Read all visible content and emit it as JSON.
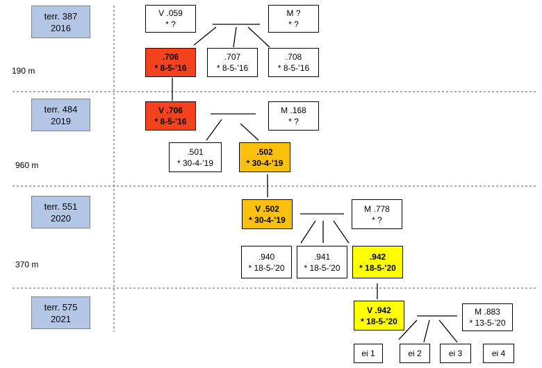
{
  "territories": [
    {
      "label": "terr. 387",
      "year": "2016"
    },
    {
      "label": "terr. 484",
      "year": "2019"
    },
    {
      "label": "terr. 551",
      "year": "2020"
    },
    {
      "label": "terr. 575",
      "year": "2021"
    }
  ],
  "distances": [
    "190 m",
    "960 m",
    "370 m"
  ],
  "gen1": {
    "father": {
      "l1": "V .059",
      "l2": "* ?"
    },
    "mother": {
      "l1": "M ?",
      "l2": "* ?"
    },
    "chicks": [
      {
        "l1": ".706",
        "l2": "* 8-5-’16",
        "highlight": "red"
      },
      {
        "l1": ".707",
        "l2": "* 8-5-’16"
      },
      {
        "l1": ".708",
        "l2": "* 8-5-’16"
      }
    ]
  },
  "gen2": {
    "father": {
      "l1": "V .706",
      "l2": "* 8-5-’16",
      "highlight": "red"
    },
    "mother": {
      "l1": "M .168",
      "l2": "* ?"
    },
    "chicks": [
      {
        "l1": ".501",
        "l2": "* 30-4-’19"
      },
      {
        "l1": ".502",
        "l2": "* 30-4-’19",
        "highlight": "orange"
      }
    ]
  },
  "gen3": {
    "father": {
      "l1": "V .502",
      "l2": "* 30-4-’19",
      "highlight": "orange"
    },
    "mother": {
      "l1": "M .778",
      "l2": "* ?"
    },
    "chicks": [
      {
        "l1": ".940",
        "l2": "* 18-5-’20"
      },
      {
        "l1": ".941",
        "l2": "* 18-5-’20"
      },
      {
        "l1": ".942",
        "l2": "* 18-5-’20",
        "highlight": "yellow"
      }
    ]
  },
  "gen4": {
    "father": {
      "l1": "V .942",
      "l2": "* 18-5-’20",
      "highlight": "yellow"
    },
    "mother": {
      "l1": "M .883",
      "l2": "* 13-5-’20"
    },
    "eggs": [
      "ei 1",
      "ei 2",
      "ei 3",
      "ei 4"
    ]
  }
}
